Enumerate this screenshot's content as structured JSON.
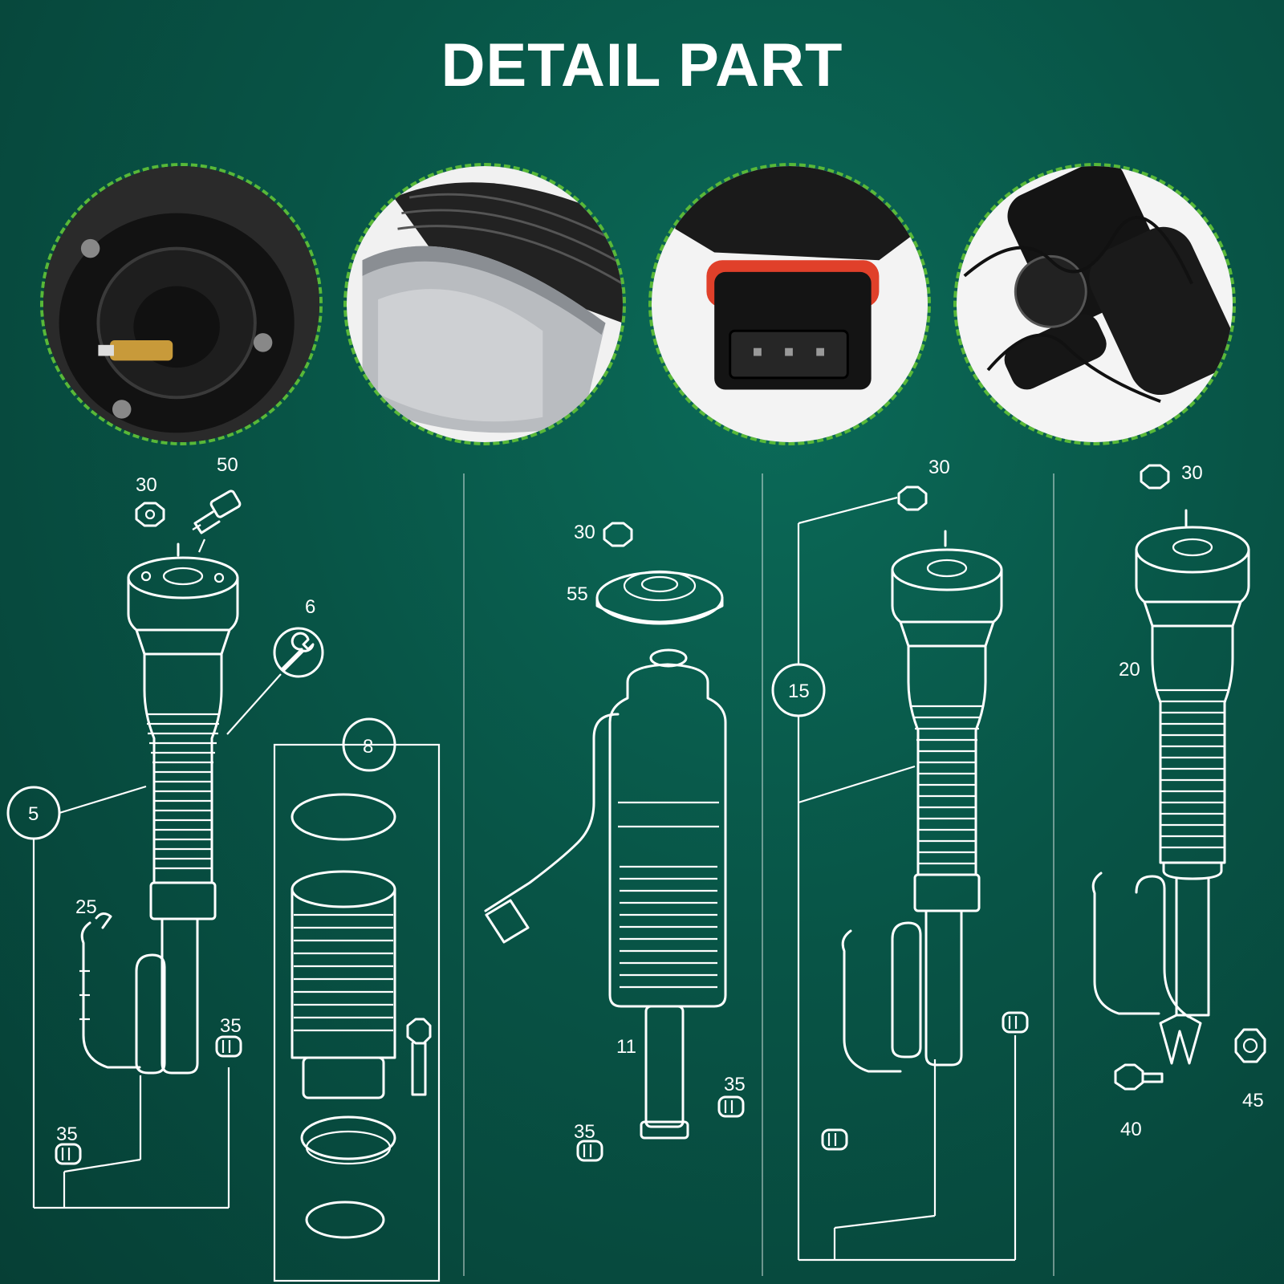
{
  "title": "DETAIL PART",
  "colors": {
    "background": "#085446",
    "accent_dash": "#58b838",
    "line": "#ffffff",
    "seal": "#e0402a"
  },
  "photos": [
    {
      "name": "shock-top-mount-photo",
      "icon": "top-mount-with-valve"
    },
    {
      "name": "air-bellows-sleeve-photo",
      "icon": "ribbed-bellow-aluminum-can"
    },
    {
      "name": "electrical-connector-photo",
      "icon": "connector-red-seal"
    },
    {
      "name": "shock-lower-wiring-photo",
      "icon": "shock-body-cable"
    }
  ],
  "callouts": {
    "p1_30": "30",
    "p1_50": "50",
    "p1_6": "6",
    "p1_5": "5",
    "p1_8": "8",
    "p1_25": "25",
    "p1_35a": "35",
    "p1_35b": "35",
    "p2_30": "30",
    "p2_55": "55",
    "p2_11": "11",
    "p2_35a": "35",
    "p2_35b": "35",
    "p3_30": "30",
    "p3_15": "15",
    "p4_30": "30",
    "p4_20": "20",
    "p4_40": "40",
    "p4_45": "45"
  }
}
